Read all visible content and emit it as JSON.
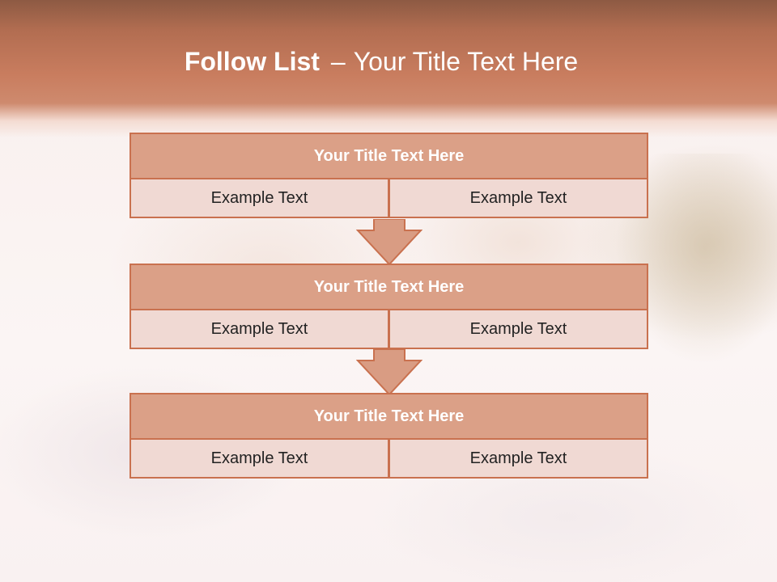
{
  "header": {
    "title_strong": "Follow List",
    "title_dash": "–",
    "title_rest": "Your Title Text Here"
  },
  "blocks": [
    {
      "title": "Your Title Text Here",
      "left": "Example Text",
      "right": "Example Text"
    },
    {
      "title": "Your Title Text Here",
      "left": "Example Text",
      "right": "Example Text"
    },
    {
      "title": "Your Title Text Here",
      "left": "Example Text",
      "right": "Example Text"
    }
  ],
  "colors": {
    "header": "#c97d5f",
    "block_title": "#dba087",
    "block_cell": "#f0d9d3",
    "border": "#c9714f",
    "arrow": "#d99c83"
  },
  "icons": {
    "connector": "down-arrow-icon"
  }
}
